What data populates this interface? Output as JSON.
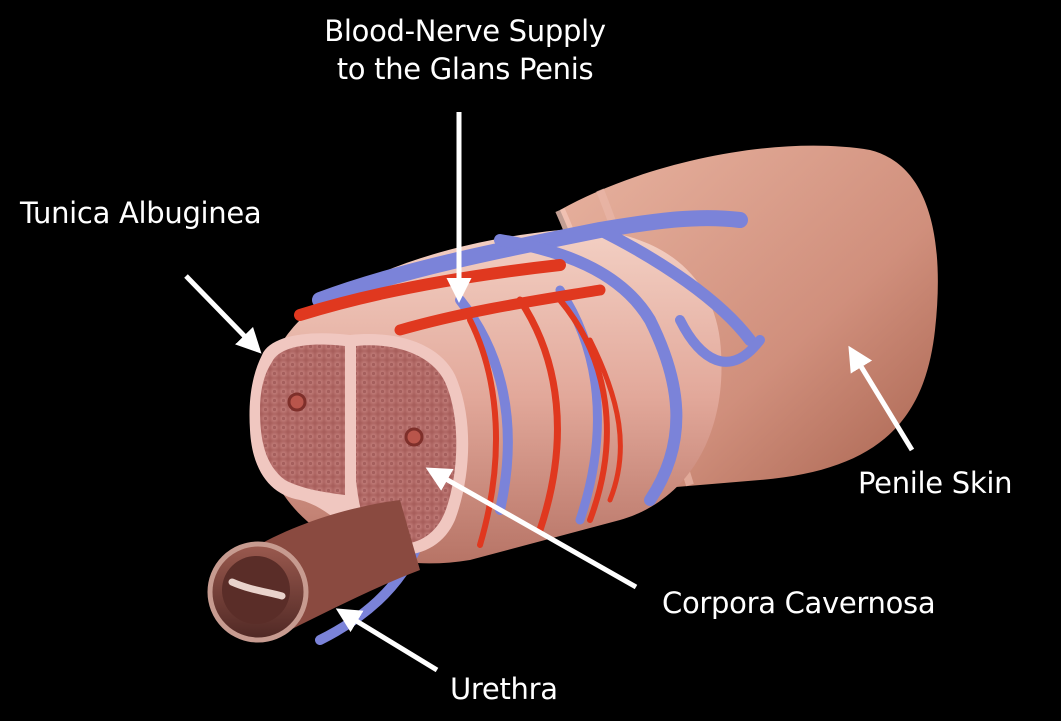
{
  "diagram": {
    "labels": {
      "blood_nerve_line1": "Blood-Nerve Supply",
      "blood_nerve_line2": "to the Glans Penis",
      "tunica": "Tunica Albuginea",
      "skin": "Penile Skin",
      "corpora": "Corpora Cavernosa",
      "urethra": "Urethra"
    },
    "colors": {
      "background": "#000000",
      "skin": "#d99a86",
      "tunica": "#f0c7c0",
      "corpora_tissue": "#c07a78",
      "artery": "#e0381f",
      "vein": "#7b83d9",
      "urethra_muscle": "#6e3a34",
      "label_text": "#ffffff"
    }
  }
}
